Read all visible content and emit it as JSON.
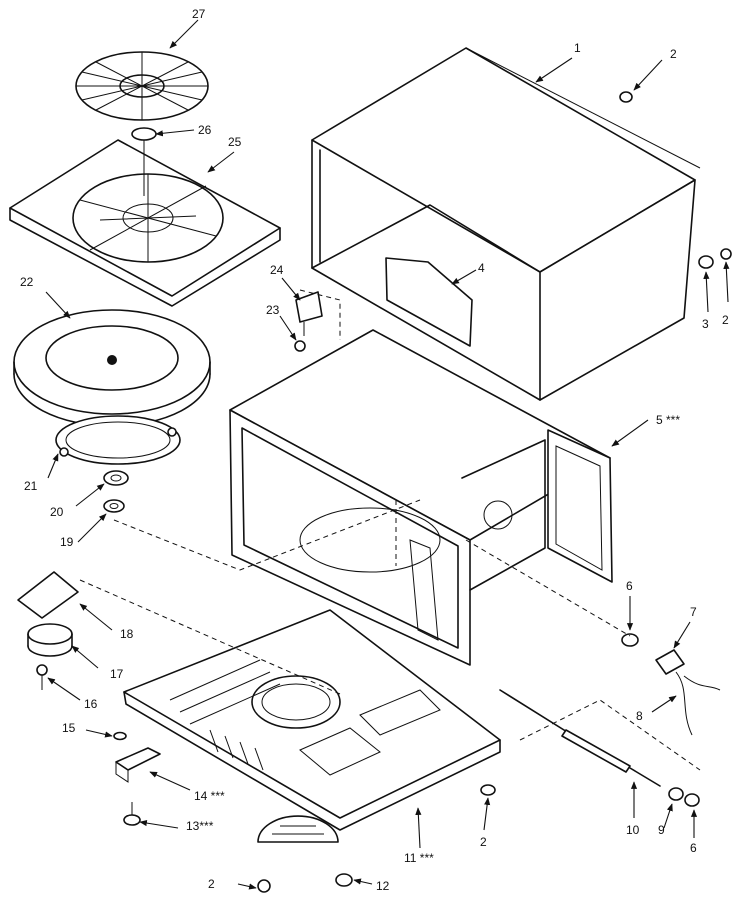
{
  "labels": {
    "p1": "1",
    "p2a": "2",
    "p3": "3",
    "p2b": "2",
    "p4": "4",
    "p5": "5 ***",
    "p6a": "6",
    "p7": "7",
    "p8": "8",
    "p10": "10",
    "p9": "9",
    "p6b": "6",
    "p2c": "2",
    "p11": "11 ***",
    "p12": "12",
    "p2d": "2",
    "p13": "13***",
    "p14": "14 ***",
    "p15": "15",
    "p16": "16",
    "p17": "17",
    "p18": "18",
    "p19": "19",
    "p20": "20",
    "p21": "21",
    "p22": "22",
    "p23": "23",
    "p24": "24",
    "p25": "25",
    "p26": "26",
    "p27": "27"
  }
}
